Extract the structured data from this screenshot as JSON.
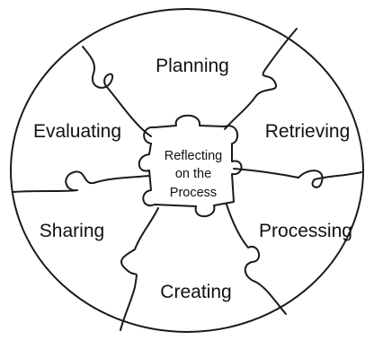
{
  "diagram": {
    "center": {
      "line1": "Reflecting",
      "line2": "on the",
      "line3": "Process"
    },
    "segments": {
      "top": "Planning",
      "upper_right": "Retrieving",
      "lower_right": "Processing",
      "bottom": "Creating",
      "lower_left": "Sharing",
      "upper_left": "Evaluating"
    },
    "colors": {
      "line": "#1a1a1a",
      "text": "#111111",
      "background": "#ffffff"
    }
  }
}
